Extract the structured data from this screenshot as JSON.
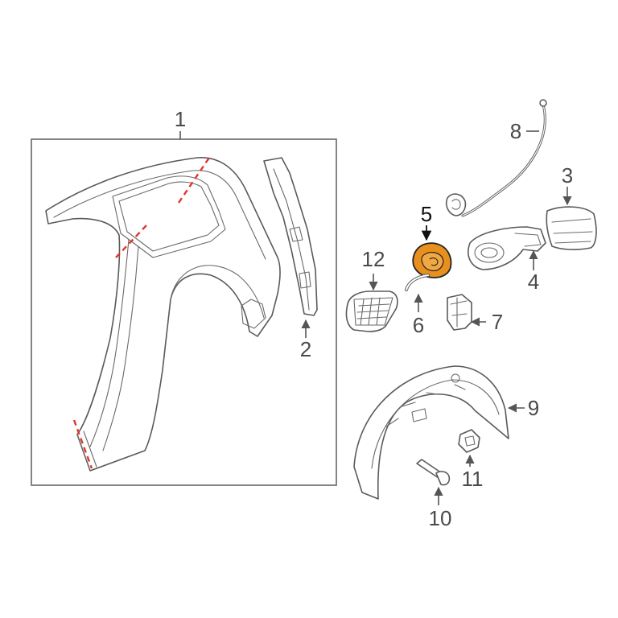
{
  "callouts": {
    "p1": "1",
    "p2": "2",
    "p3": "3",
    "p4": "4",
    "p5": "5",
    "p6": "6",
    "p7": "7",
    "p8": "8",
    "p9": "9",
    "p10": "10",
    "p11": "11",
    "p12": "12"
  },
  "highlight": {
    "part": "5",
    "color": "#e8901e",
    "cut_line_color": "#e0362c"
  }
}
